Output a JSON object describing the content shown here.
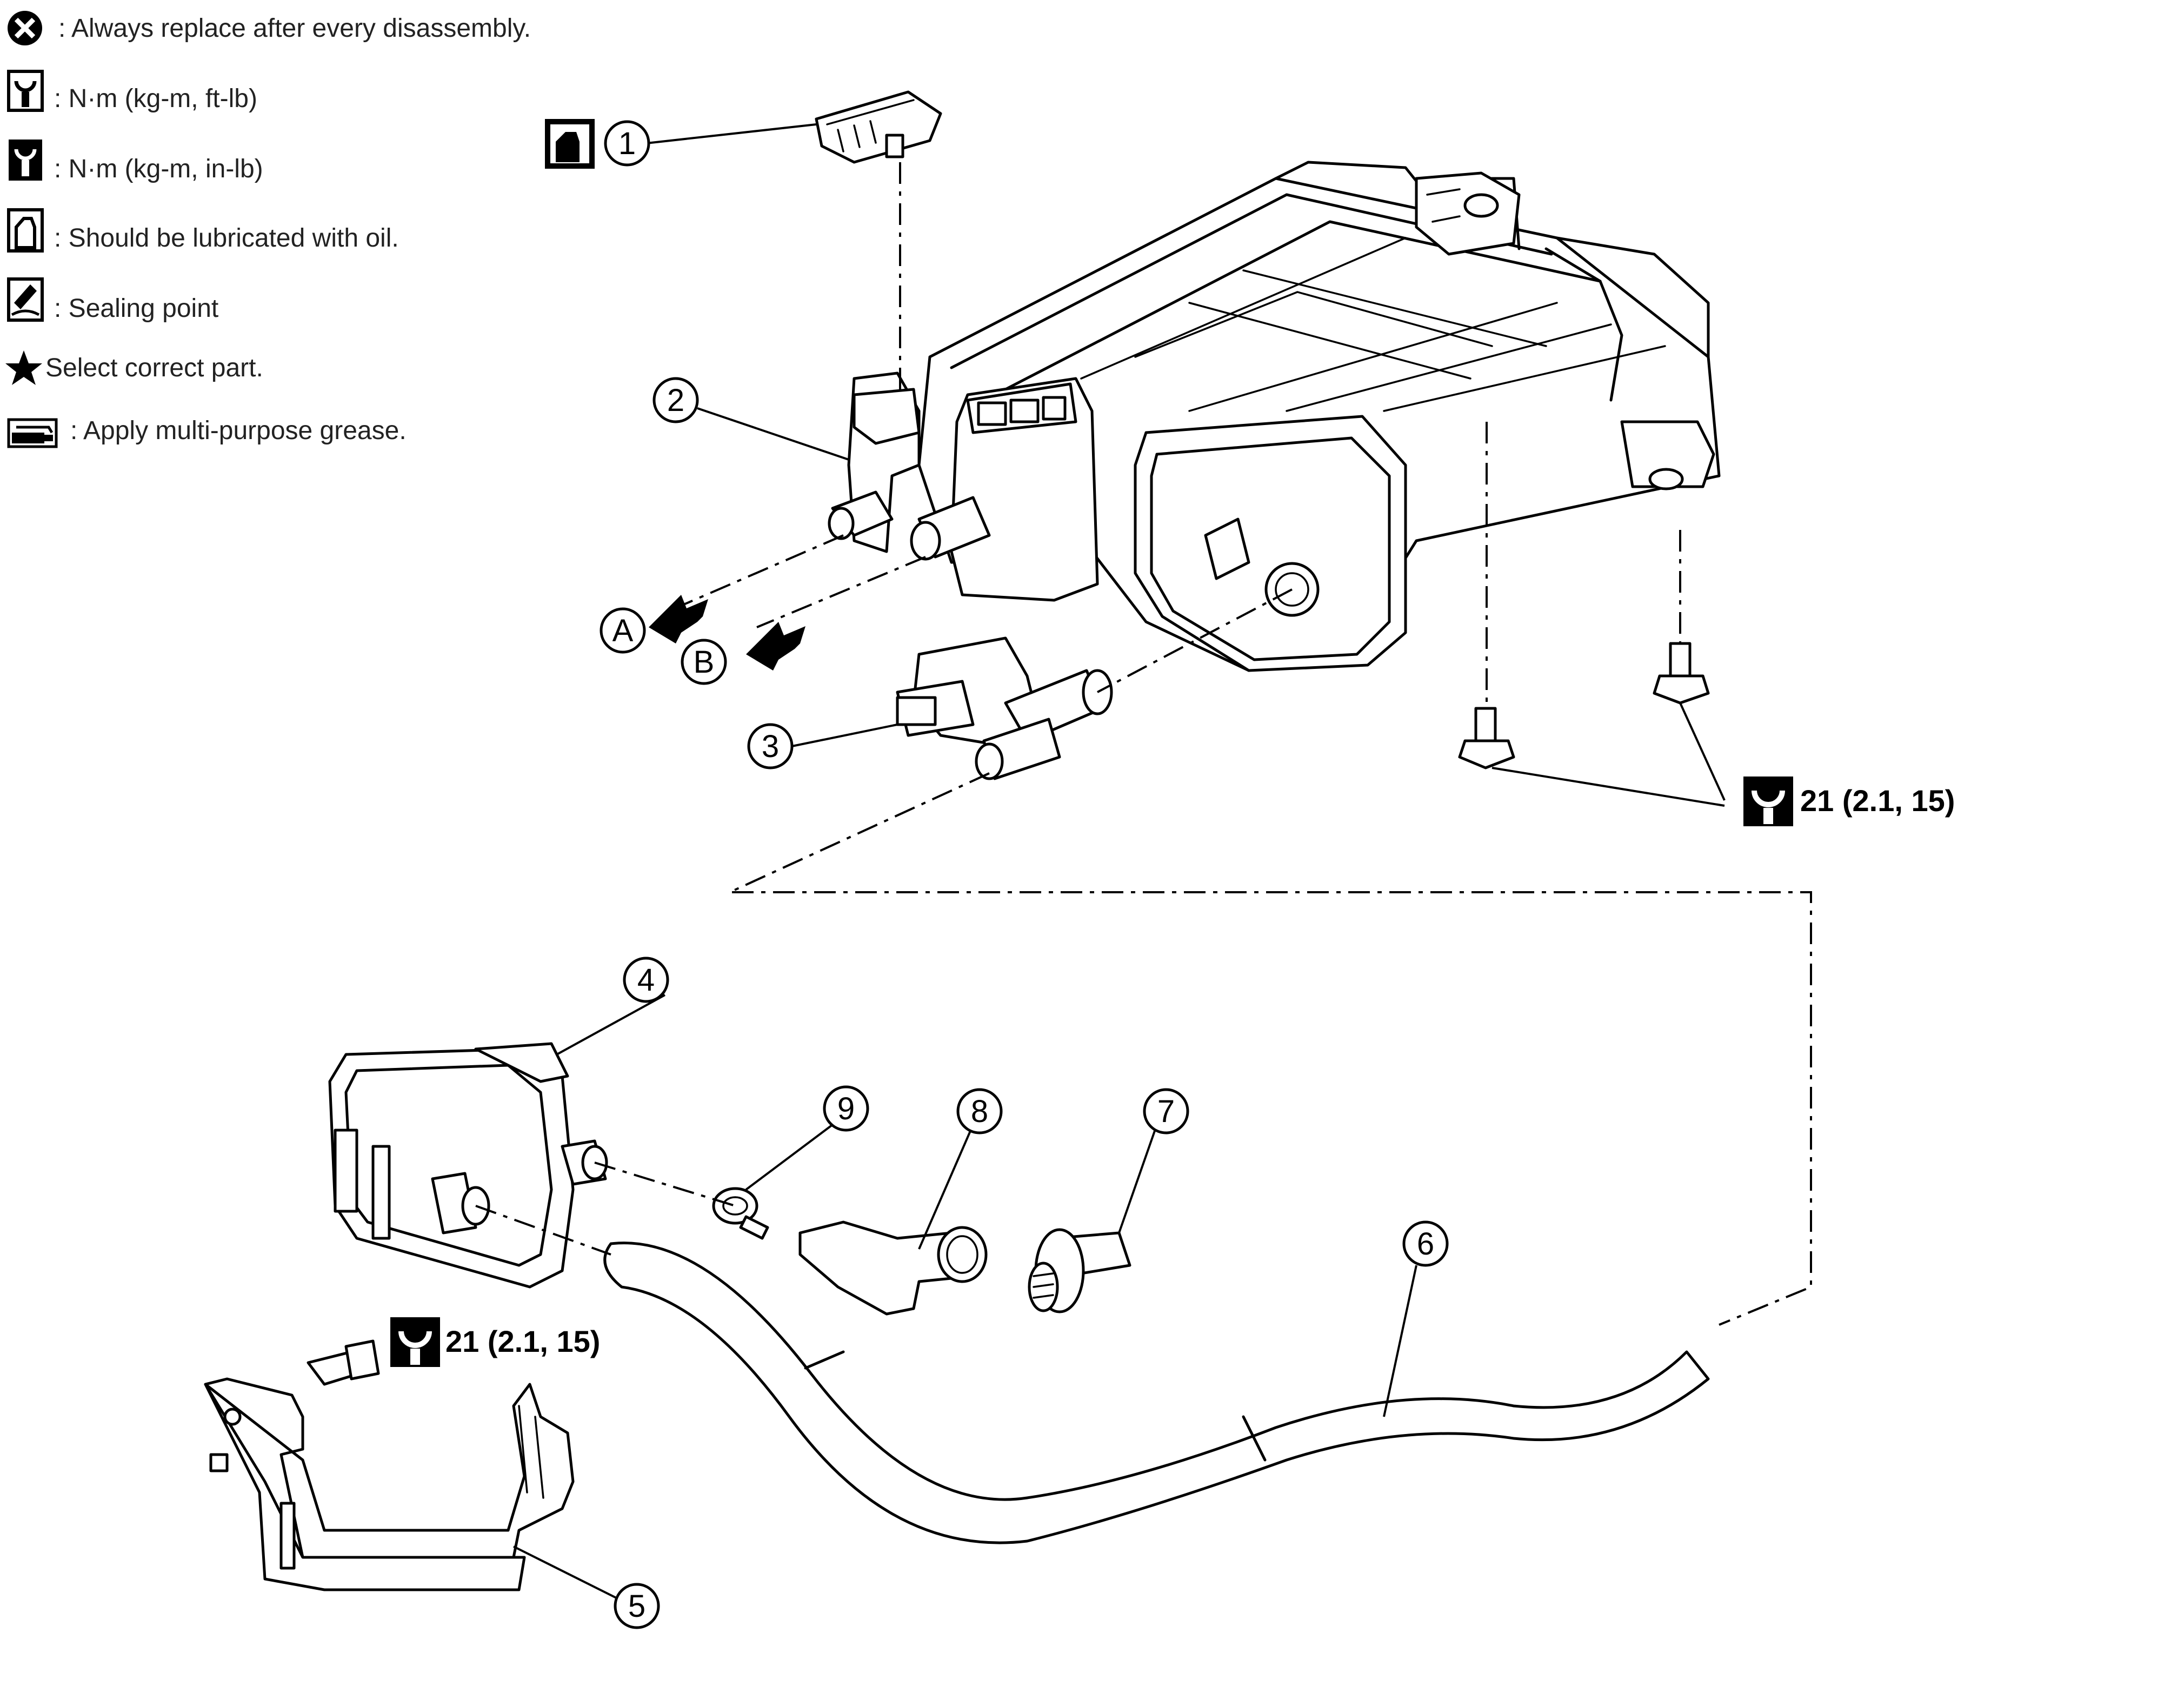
{
  "legend": [
    {
      "icon": "replace-x-icon",
      "text": ": Always replace after every disassembly."
    },
    {
      "icon": "torque-wrench-ftlb-icon",
      "text": ": N·m (kg-m, ft-lb)"
    },
    {
      "icon": "torque-wrench-inlb-icon",
      "text": ": N·m (kg-m, in-lb)"
    },
    {
      "icon": "oil-can-icon",
      "text": ": Should be lubricated with oil."
    },
    {
      "icon": "sealing-point-icon",
      "text": ": Sealing point"
    },
    {
      "icon": "star-icon",
      "text": "Select correct part."
    },
    {
      "icon": "grease-icon",
      "text": ": Apply multi-purpose grease."
    }
  ],
  "callouts": [
    "1",
    "2",
    "3",
    "4",
    "5",
    "6",
    "7",
    "8",
    "9"
  ],
  "arrows": [
    "A",
    "B"
  ],
  "torque_specs": [
    {
      "icon": "torque-wrench-icon",
      "text": "21 (2.1, 15)"
    },
    {
      "icon": "torque-wrench-icon",
      "text": "21 (2.1, 15)"
    }
  ]
}
